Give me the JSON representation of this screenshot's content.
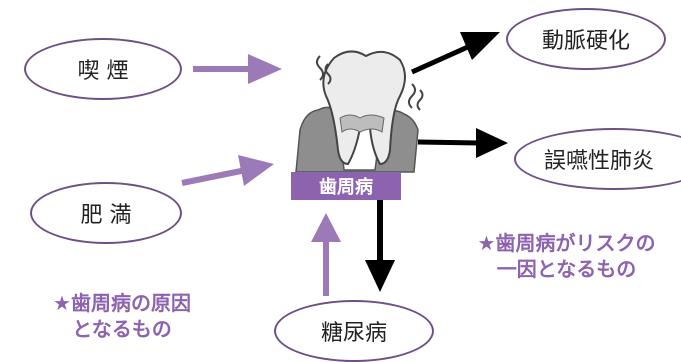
{
  "nodes": {
    "smoking": "喫 煙",
    "obesity": "肥 満",
    "diabetes": "糖尿病",
    "arteriosclerosis": "動脈硬化",
    "pneumonia": "誤嚥性肺炎"
  },
  "center_label": "歯周病",
  "captions": {
    "causes": "★歯周病の原因\nとなるもの",
    "risks": "★歯周病がリスクの\n一因となるもの"
  },
  "colors": {
    "cause_arrow": "#9c7ab8",
    "risk_arrow": "#000000",
    "caption_text": "#8d63b0",
    "node_border": "#6e4f86"
  },
  "icons": {
    "center": "tooth-with-periodontal-disease-icon"
  }
}
